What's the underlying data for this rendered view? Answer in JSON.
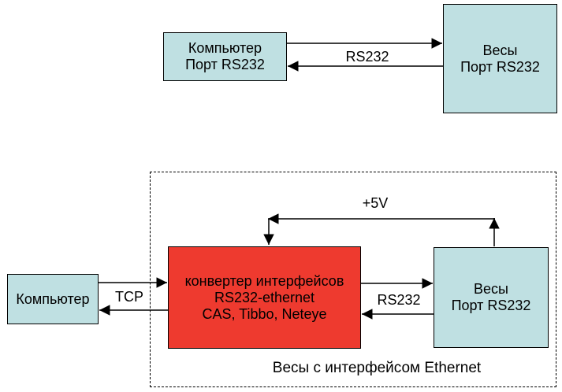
{
  "colors": {
    "box_fill": "#bfe0e2",
    "converter_fill": "#ee3a2f",
    "line_color": "#000000",
    "background": "#ffffff"
  },
  "top_diagram": {
    "computer_box": {
      "line1": "Компьютер",
      "line2": "Порт RS232"
    },
    "link_label": "RS232",
    "scales_box": {
      "line1": "Весы",
      "line2": "Порт RS232"
    }
  },
  "bottom_diagram": {
    "computer_box": {
      "label": "Компьютер"
    },
    "tcp_label": "TCP",
    "converter_box": {
      "line1": "конвертер интерфейсов",
      "line2": "RS232-ethernet",
      "line3": "CAS, Tibbo, Neteye"
    },
    "rs232_label": "RS232",
    "scales_box": {
      "line1": "Весы",
      "line2": "Порт RS232"
    },
    "power_label": "+5V",
    "caption": "Весы с интерфейсом Ethernet"
  }
}
